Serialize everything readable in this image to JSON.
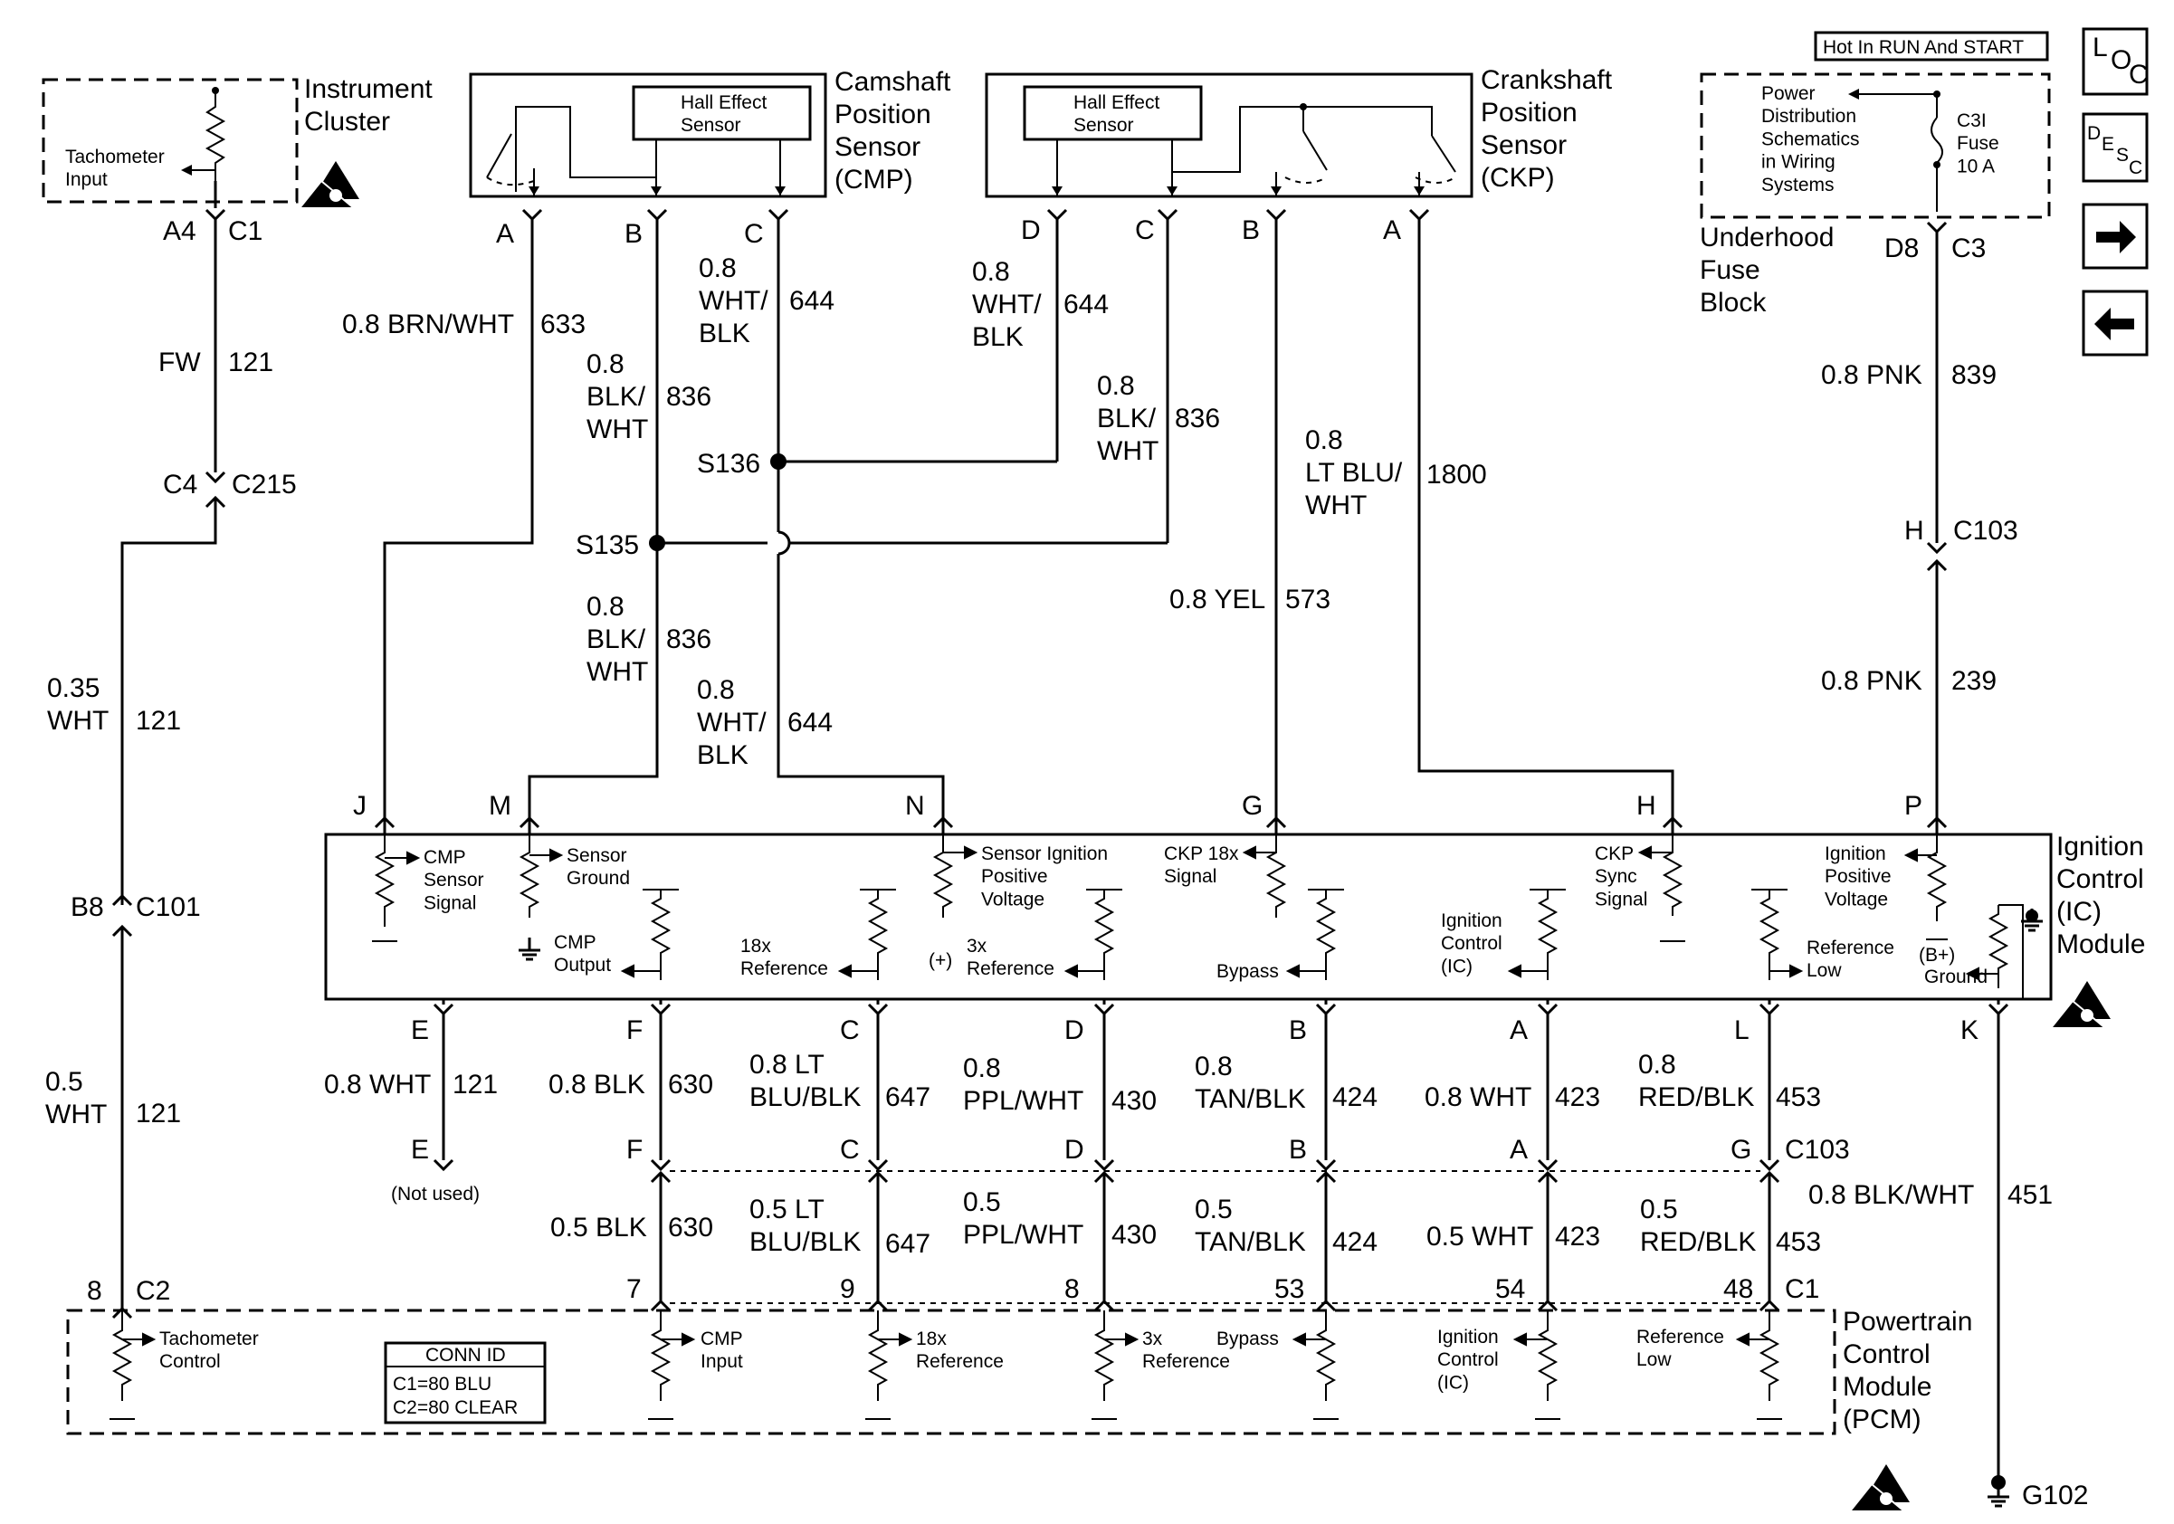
{
  "components": {
    "instrument_cluster": {
      "name": "Instrument\nCluster",
      "pin_label": "Tachometer\nInput",
      "connector": [
        "A4",
        "C1"
      ]
    },
    "camshaft_sensor": {
      "name": "Camshaft\nPosition\nSensor\n(CMP)",
      "hall": "Hall Effect\nSensor",
      "pins": [
        "A",
        "B",
        "C"
      ]
    },
    "crankshaft_sensor": {
      "name": "Crankshaft\nPosition\nSensor\n(CKP)",
      "hall": "Hall Effect\nSensor",
      "pins": [
        "D",
        "C",
        "B",
        "A"
      ]
    },
    "fuse_block": {
      "hot_label": "Hot In RUN And START",
      "text": "Power\nDistribution\nSchematics\nin Wiring\nSystems",
      "fuse": "C3I\nFuse\n10 A",
      "name": "Underhood\nFuse\nBlock",
      "connector": [
        "D8",
        "C3"
      ]
    },
    "ic_module": {
      "name": "Ignition\nControl\n(IC)\nModule",
      "top_pins": [
        "J",
        "M",
        "N",
        "G",
        "H",
        "P"
      ],
      "bottom_pins": [
        "E",
        "F",
        "C",
        "D",
        "B",
        "A",
        "L",
        "K"
      ],
      "labels": {
        "cmp_sensor_signal": "CMP\nSensor\nSignal",
        "sensor_ground": "Sensor\nGround",
        "cmp_output": "CMP\nOutput",
        "sensor_ignition": "Sensor Ignition\nPositive\nVoltage",
        "ref_18x": "18x\nReference",
        "plus": "(+)",
        "ref_3x": "3x\nReference",
        "ckp_18x": "CKP 18x\nSignal",
        "bypass": "Bypass",
        "ckp_sync": "CKP\nSync\nSignal",
        "ignition_control": "Ignition\nControl\n(IC)",
        "ignition_positive": "Ignition\nPositive\nVoltage",
        "bplus": "(B+)",
        "reference_low": "Reference\nLow",
        "ground": "Ground"
      }
    },
    "pcm": {
      "name": "Powertrain\nControl\nModule\n(PCM)",
      "conn_id": {
        "title": "CONN ID",
        "c1": "C1=80 BLU",
        "c2": "C2=80 CLEAR"
      },
      "labels": {
        "tach": "Tachometer\nControl",
        "cmp_input": "CMP\nInput",
        "ref_18x": "18x\nReference",
        "ref_3x": "3x\nReference",
        "bypass": "Bypass",
        "ic": "Ignition\nControl\n(IC)",
        "ref_low": "Reference\nLow"
      },
      "pins": [
        "8",
        "7",
        "9",
        "8",
        "53",
        "54",
        "48"
      ],
      "connectors": [
        "C2",
        "C1"
      ]
    },
    "ground": "G102",
    "not_used": "(Not used)"
  },
  "connectors": {
    "c215": [
      "C4",
      "C215"
    ],
    "c101": [
      "B8",
      "C101"
    ],
    "c103_top": [
      "H",
      "C103"
    ],
    "c103_mid": [
      "E",
      "F",
      "C",
      "D",
      "B",
      "A",
      "G",
      "C103"
    ]
  },
  "splices": [
    "S136",
    "S135"
  ],
  "wires": {
    "w121_fw": [
      "FW",
      "121"
    ],
    "w121_035": [
      "0.35\nWHT",
      "121"
    ],
    "w121_05": [
      "0.5\nWHT",
      "121"
    ],
    "w633": [
      "0.8 BRN/WHT",
      "633"
    ],
    "w836_a": [
      "0.8\nBLK/\nWHT",
      "836"
    ],
    "w644_a": [
      "0.8\nWHT/\nBLK",
      "644"
    ],
    "w644_b": [
      "0.8\nWHT/\nBLK",
      "644"
    ],
    "w836_b": [
      "0.8\nBLK/\nWHT",
      "836"
    ],
    "w1800": [
      "0.8\nLT BLU/\nWHT",
      "1800"
    ],
    "w839": [
      "0.8 PNK",
      "839"
    ],
    "w239": [
      "0.8 PNK",
      "239"
    ],
    "w573": [
      "0.8 YEL",
      "573"
    ],
    "w836_c": [
      "0.8\nBLK/\nWHT",
      "836"
    ],
    "w644_c": [
      "0.8\nWHT/\nBLK",
      "644"
    ],
    "w121_08": [
      "0.8 WHT",
      "121"
    ],
    "w630_08": [
      "0.8 BLK",
      "630"
    ],
    "w647_08": [
      "0.8 LT\nBLU/BLK",
      "647"
    ],
    "w430_08": [
      "0.8\nPPL/WHT",
      "430"
    ],
    "w424_08": [
      "0.8\nTAN/BLK",
      "424"
    ],
    "w423_08": [
      "0.8 WHT",
      "423"
    ],
    "w453_08": [
      "0.8\nRED/BLK",
      "453"
    ],
    "w451": [
      "0.8 BLK/WHT",
      "451"
    ],
    "w630_05": [
      "0.5 BLK",
      "630"
    ],
    "w647_05": [
      "0.5 LT\nBLU/BLK",
      "647"
    ],
    "w430_05": [
      "0.5\nPPL/WHT",
      "430"
    ],
    "w424_05": [
      "0.5\nTAN/BLK",
      "424"
    ],
    "w423_05": [
      "0.5 WHT",
      "423"
    ],
    "w453_05": [
      "0.5\nRED/BLK",
      "453"
    ]
  },
  "nav": {
    "loc": [
      "L",
      "O",
      "C"
    ],
    "desc": [
      "D",
      "E",
      "S",
      "C"
    ],
    "next_arrow": "→",
    "prev_arrow": "←"
  }
}
